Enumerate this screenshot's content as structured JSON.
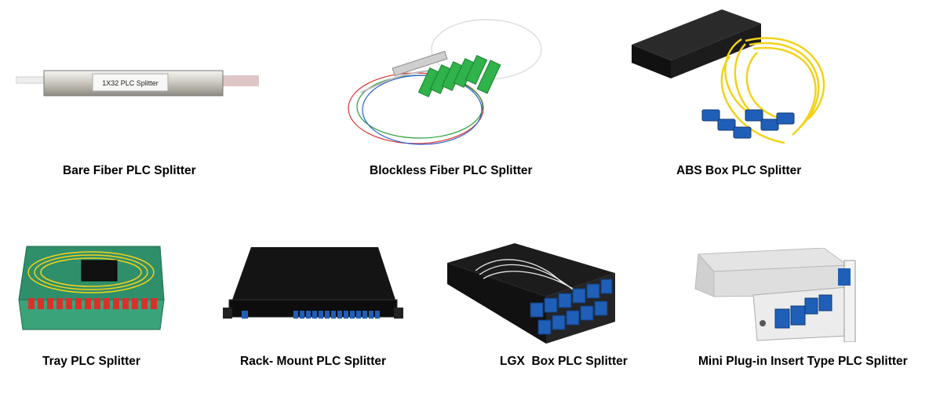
{
  "products": [
    {
      "caption": "Bare Fiber PLC Splitter",
      "label_on_device": "1X32 PLC Splitter",
      "icon": "bare-fiber-splitter"
    },
    {
      "caption": "Blockless Fiber PLC Splitter",
      "icon": "blockless-splitter"
    },
    {
      "caption": "ABS Box PLC Splitter",
      "icon": "abs-box-splitter"
    },
    {
      "caption": "Tray PLC Splitter",
      "icon": "tray-splitter"
    },
    {
      "caption": "Rack- Mount PLC Splitter",
      "icon": "rack-mount-splitter"
    },
    {
      "caption": "LGX  Box PLC Splitter",
      "icon": "lgx-box-splitter"
    },
    {
      "caption": "Mini Plug-in Insert Type PLC Splitter",
      "icon": "insert-type-splitter"
    }
  ],
  "colors": {
    "text": "#000000",
    "background": "#ffffff",
    "connector_blue": "#1f5fb8",
    "connector_green": "#2fb34a",
    "fiber_yellow": "#f2d21b"
  }
}
